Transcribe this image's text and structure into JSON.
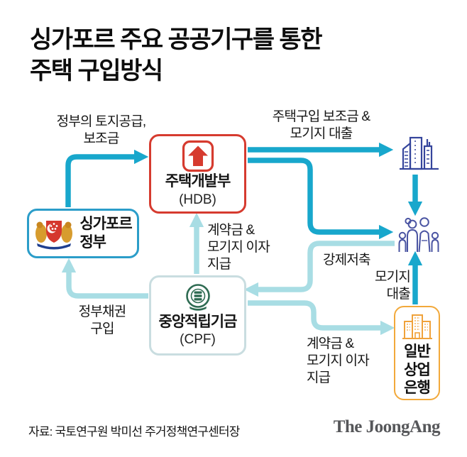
{
  "title": "싱가포르 주요 공공기구를 통한\n주택 구입방식",
  "nodes": {
    "hdb": {
      "name": "주택개발부",
      "sub": "(HDB)",
      "border_color": "#d63b2f",
      "icon": "hdb-house-arrow-icon"
    },
    "government": {
      "name": "싱가포르\n정부",
      "border_color": "#2b9dc9",
      "icon": "singapore-crest-icon"
    },
    "cpf": {
      "name": "중앙적립기금",
      "sub": "(CPF)",
      "border_color": "#c9dde0",
      "icon": "cpf-seal-icon"
    },
    "bank": {
      "name": "일반\n상업\n은행",
      "border_color": "#f2a93b",
      "icon": "bank-buildings-icon"
    },
    "housing": {
      "icon": "city-buildings-icon"
    },
    "household": {
      "icon": "family-icon"
    }
  },
  "flow_labels": {
    "land_supply": "정부의 토지공급,\n보조금",
    "purchase_subsidy": "주택구입 보조금 &\n모기지 대출",
    "downpayment_to_hdb": "계약금 &\n모기지 이자\n지급",
    "forced_saving": "강제저축",
    "mortgage_loan": "모기지\n대출",
    "downpayment_to_bank": "계약금 &\n모기지 이자\n지급",
    "gov_bond": "정부채권\n구입"
  },
  "arrows": [
    {
      "name": "arrow-gov-to-hdb",
      "color": "#18a7cc",
      "label": "정부의 토지공급, 보조금"
    },
    {
      "name": "arrow-hdb-to-housing",
      "color": "#18a7cc",
      "label": "주택구입 보조금 & 모기지 대출"
    },
    {
      "name": "arrow-hdb-to-household",
      "color": "#18a7cc",
      "label": "주택구입 보조금 & 모기지 대출"
    },
    {
      "name": "arrow-housing-to-household",
      "color": "#18a7cc"
    },
    {
      "name": "arrow-bank-to-household",
      "color": "#18a7cc",
      "label": "모기지 대출"
    },
    {
      "name": "arrow-cpf-to-hdb",
      "color": "#a8dde4",
      "label": "계약금 & 모기지 이자 지급"
    },
    {
      "name": "arrow-household-to-cpf",
      "color": "#a8dde4",
      "label": "강제저축"
    },
    {
      "name": "arrow-cpf-to-bank",
      "color": "#a8dde4",
      "label": "계약금 & 모기지 이자 지급"
    },
    {
      "name": "arrow-cpf-to-gov",
      "color": "#a8dde4",
      "label": "정부채권 구입"
    }
  ],
  "colors": {
    "arrow_primary": "#18a7cc",
    "arrow_secondary": "#a8dde4",
    "hdb_red": "#d63b2f",
    "gov_blue": "#2b9dc9",
    "cpf_border": "#c9dde0",
    "cpf_seal_green": "#2e6b52",
    "bank_orange": "#f2a93b",
    "icon_navy": "#35459c",
    "family_navy": "#4a54a2",
    "logo_gray": "#56575a"
  },
  "footer": {
    "source": "자료: 국토연구원 박미선 주거정책연구센터장",
    "logo": "The JoongAng"
  }
}
